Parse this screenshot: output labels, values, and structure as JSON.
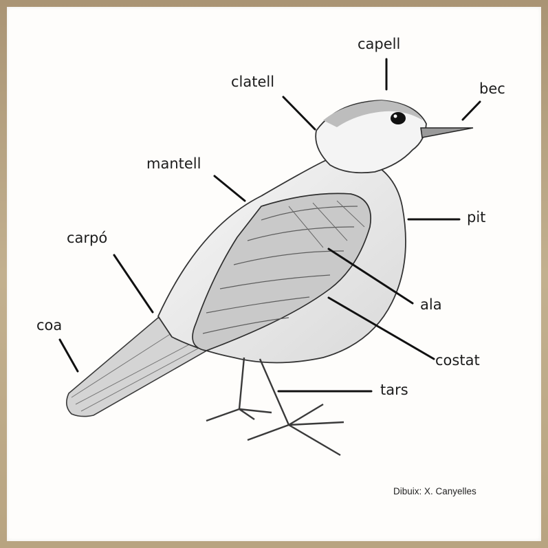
{
  "labels": {
    "capell": "capell",
    "bec": "bec",
    "clatell": "clatell",
    "mantell": "mantell",
    "pit": "pit",
    "carpo": "carpó",
    "ala": "ala",
    "coa": "coa",
    "costat": "costat",
    "tars": "tars"
  },
  "credit": "Dibuix: X. Canyelles"
}
